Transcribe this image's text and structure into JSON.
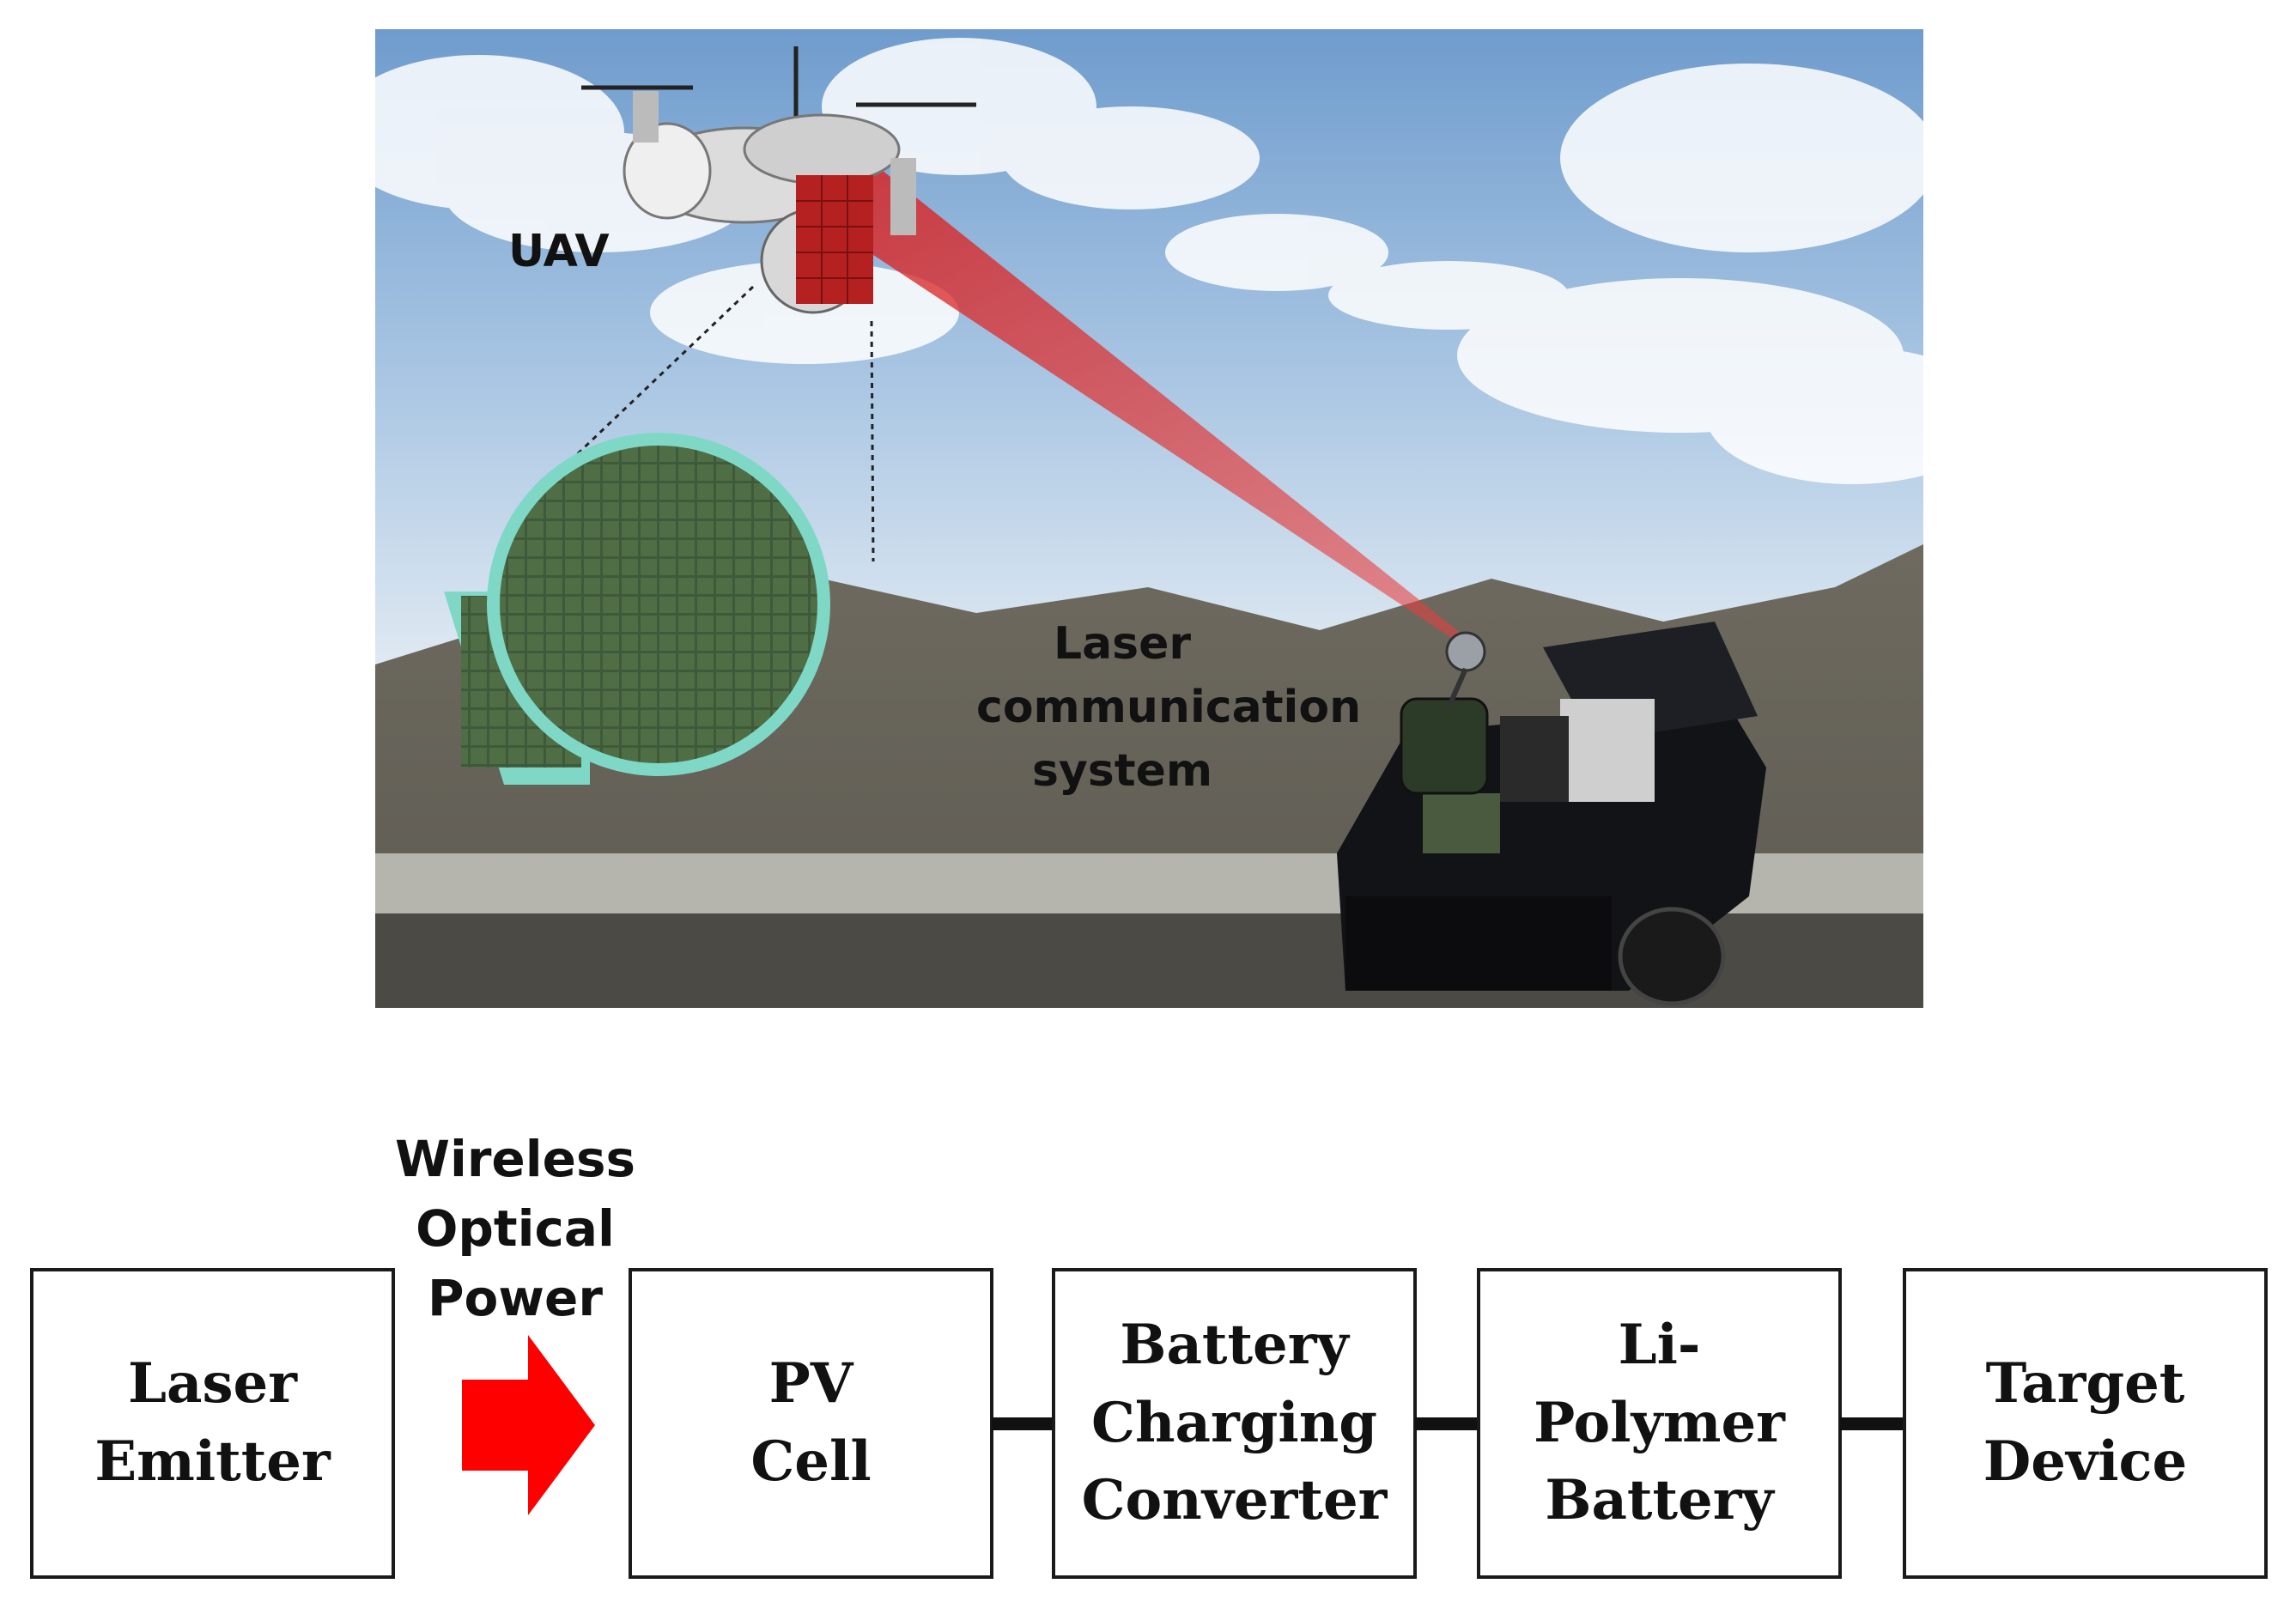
{
  "scene": {
    "uav_label": "UAV",
    "laser_system_label": "Laser\ncommunication\nsystem"
  },
  "diagram": {
    "arrow_label": "Wireless\nOptical\nPower",
    "arrow_color": "#ff0000",
    "blocks": [
      {
        "label": "Laser\nEmitter"
      },
      {
        "label": "PV\nCell"
      },
      {
        "label": "Battery\nCharging\nConverter"
      },
      {
        "label": "Li-\nPolymer\nBattery"
      },
      {
        "label": "Target\nDevice"
      }
    ]
  }
}
